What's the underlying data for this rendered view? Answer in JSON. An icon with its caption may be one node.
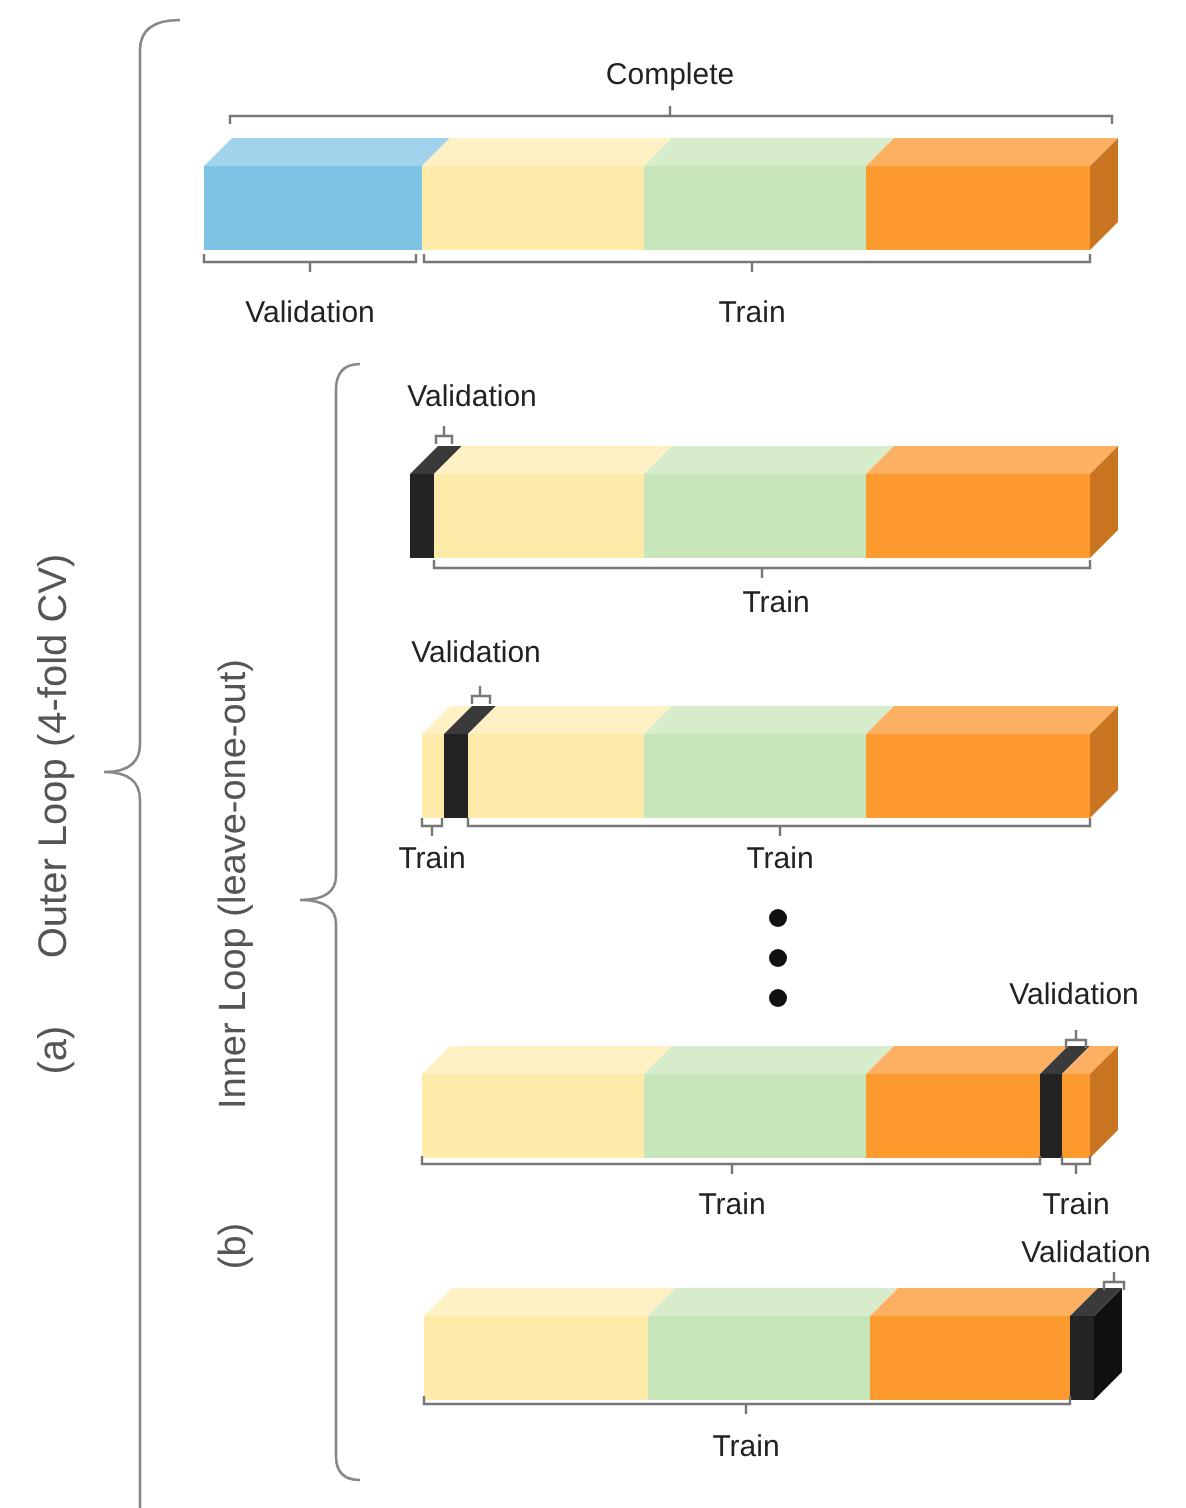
{
  "diagram": {
    "labels": [
      "(a)",
      "Outer Loop (4-fold CV)",
      "(b)",
      "Inner Loop (leave-one-out)",
      "Complete",
      "Validation",
      "Train",
      "Validation",
      "Train",
      "Validation",
      "Train",
      "Train",
      "Validation",
      "Train",
      "Train",
      "Validation",
      "Train"
    ]
  }
}
